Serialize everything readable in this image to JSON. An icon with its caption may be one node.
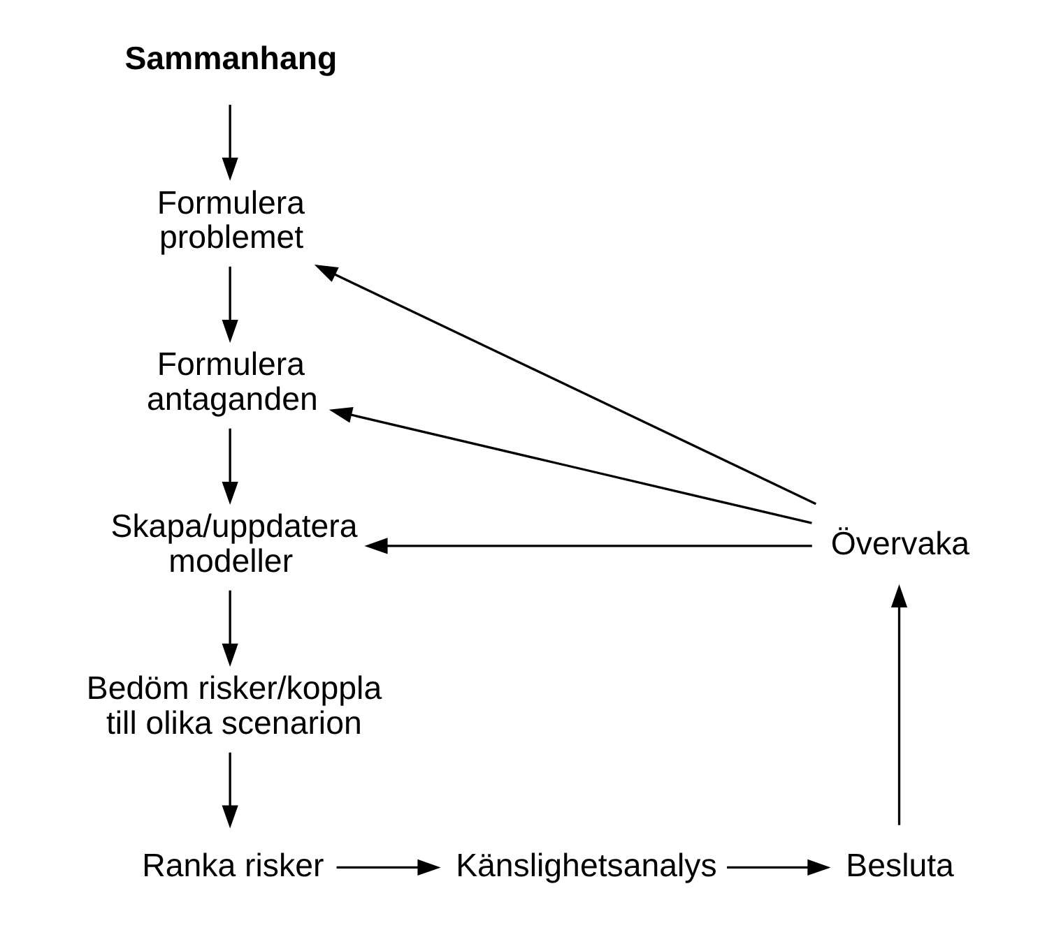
{
  "diagram": {
    "nodes": [
      {
        "text": [
          "Sammanhang"
        ]
      },
      {
        "text": [
          "Formulera problemet"
        ]
      },
      {
        "text": [
          "Formulera antaganden"
        ]
      },
      {
        "text": [
          "Skapa/uppdatera modeller"
        ]
      },
      {
        "text": [
          "Bedöm risker/koppla till olika scenarion"
        ]
      },
      {
        "text": [
          "Ranka risker"
        ]
      },
      {
        "text": [
          "Känslighetsanalys"
        ]
      },
      {
        "text": [
          "Besluta"
        ]
      },
      {
        "text": [
          "Övervaka"
        ]
      }
    ],
    "edges": [
      {
        "from": 0,
        "to": 1,
        "arrow": "to"
      },
      {
        "from": 1,
        "to": 2,
        "arrow": "to"
      },
      {
        "from": 2,
        "to": 3,
        "arrow": "to"
      },
      {
        "from": 3,
        "to": 4,
        "arrow": "to"
      },
      {
        "from": 4,
        "to": 5,
        "arrow": "to"
      },
      {
        "from": 5,
        "to": 6,
        "arrow": "to"
      },
      {
        "from": 6,
        "to": 7,
        "arrow": "to"
      },
      {
        "from": 7,
        "to": 8,
        "arrow": "to"
      },
      {
        "from": 8,
        "to": 1,
        "arrow": "to"
      },
      {
        "from": 8,
        "to": 2,
        "arrow": "to"
      },
      {
        "from": 8,
        "to": 3,
        "arrow": "to"
      }
    ]
  }
}
